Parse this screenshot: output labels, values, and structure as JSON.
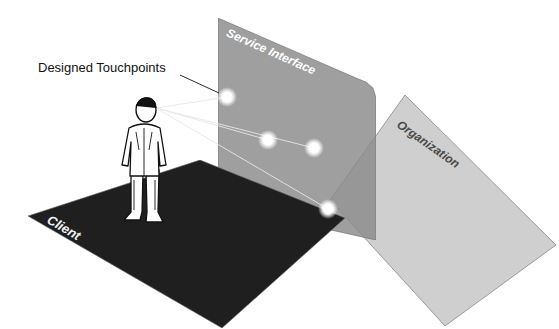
{
  "diagram": {
    "nodes": [
      {
        "text": [
          "Client"
        ]
      },
      {
        "text": [
          "Service Interface"
        ]
      },
      {
        "text": [
          "Organization"
        ]
      }
    ],
    "labels": [
      "Designed Touchpoints"
    ]
  }
}
